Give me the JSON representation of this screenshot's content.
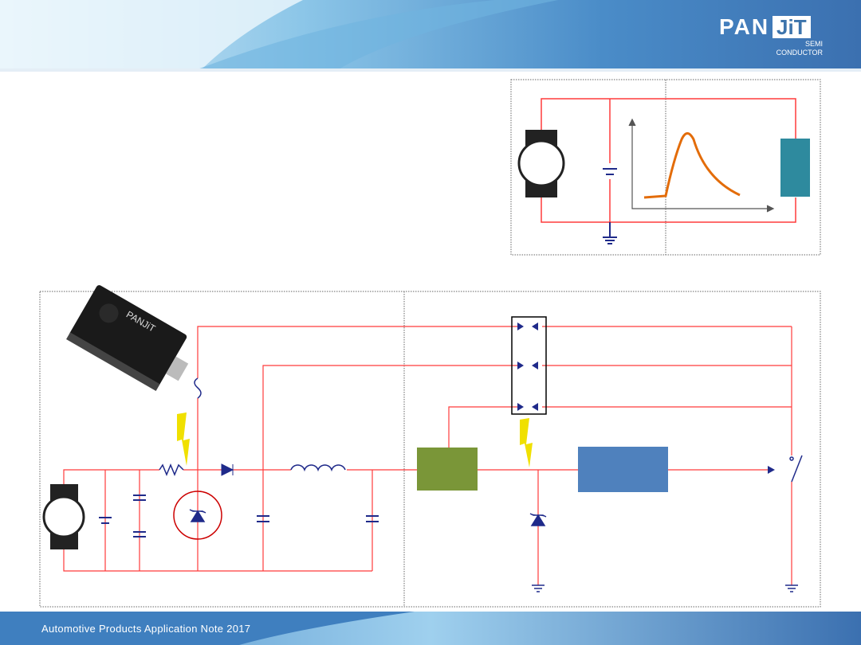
{
  "logo": {
    "brand_left": "PAN",
    "brand_right": "JiT",
    "sub1": "SEMI",
    "sub2": "CONDUCTOR"
  },
  "footer": {
    "text": "Automotive Products Application Note 2017"
  },
  "colors": {
    "wire": "#ff3b3b",
    "component": "#1f2a8a",
    "teal_block": "#2e8a9e",
    "green_block": "#7a9638",
    "blue_block": "#4f81bd",
    "curve": "#e36c09"
  }
}
